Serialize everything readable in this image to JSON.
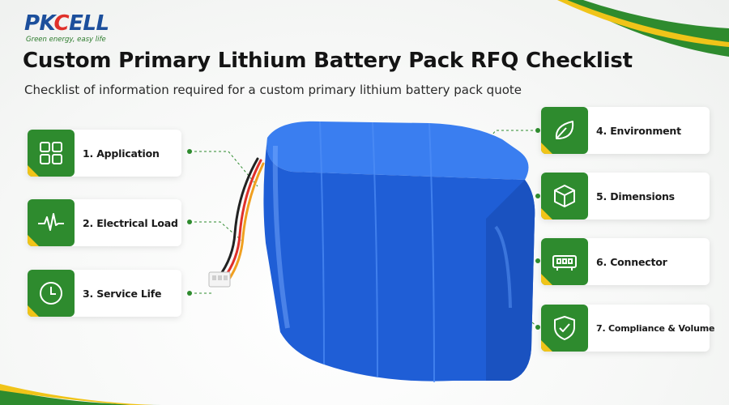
{
  "brand": {
    "logo_left": "PK",
    "logo_accent": "C",
    "logo_right": "ELL",
    "tagline": "Green energy, easy life"
  },
  "header": {
    "title": "Custom Primary Lithium Battery Pack RFQ Checklist",
    "subtitle": "Checklist of information required for a custom primary lithium battery pack quote"
  },
  "checklist": {
    "left": [
      {
        "label": "1. Application",
        "icon": "grid-icon"
      },
      {
        "label": "2. Electrical Load",
        "icon": "pulse-icon"
      },
      {
        "label": "3. Service Life",
        "icon": "clock-icon"
      }
    ],
    "right": [
      {
        "label": "4. Environment",
        "icon": "leaf-icon"
      },
      {
        "label": "5. Dimensions",
        "icon": "cube-icon"
      },
      {
        "label": "6. Connector",
        "icon": "connector-icon"
      },
      {
        "label": "7. Compliance & Volume",
        "icon": "shield-check-icon"
      }
    ]
  },
  "colors": {
    "accent_green": "#2e8b2e",
    "accent_yellow": "#f0c419",
    "battery_blue": "#1f5ed6",
    "brand_blue": "#1c4f9c",
    "brand_red": "#e0302a"
  }
}
